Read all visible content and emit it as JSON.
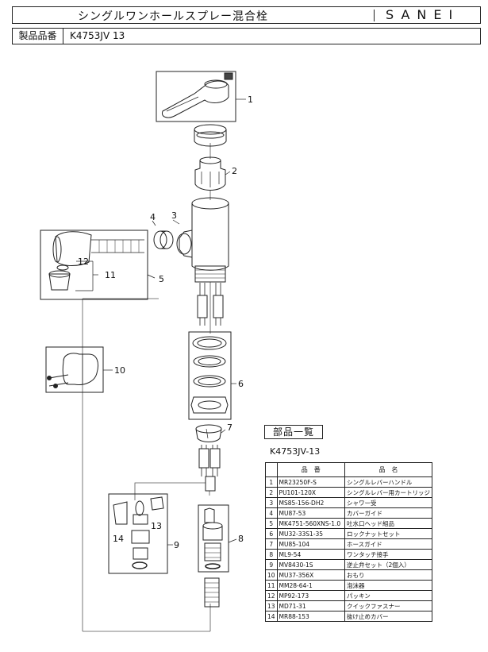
{
  "header": {
    "title": "シングルワンホールスプレー混合栓",
    "brand": "SANEI",
    "label": "製品品番",
    "product_code": "K4753JV 13"
  },
  "callouts": [
    "1",
    "2",
    "3",
    "4",
    "5",
    "6",
    "7",
    "8",
    "9",
    "10",
    "11",
    "12",
    "13",
    "14"
  ],
  "parts_list": {
    "title": "部品一覧",
    "subtitle": "K4753JV-13",
    "columns": [
      "品　番",
      "品　名"
    ],
    "rows": [
      {
        "no": "1",
        "part_no": "MR23250F-S",
        "name": "シングルレバーハンドル"
      },
      {
        "no": "2",
        "part_no": "PU101-120X",
        "name": "シングルレバー用カートリッジ"
      },
      {
        "no": "3",
        "part_no": "MS85-156-DH2",
        "name": "シャワー受"
      },
      {
        "no": "4",
        "part_no": "MU87-53",
        "name": "カバーガイド"
      },
      {
        "no": "5",
        "part_no": "MK4751-560XNS-1.0",
        "name": "吐水口ヘッド組品"
      },
      {
        "no": "6",
        "part_no": "MU32-33S1-35",
        "name": "ロックナットセット"
      },
      {
        "no": "7",
        "part_no": "MU85-104",
        "name": "ホースガイド"
      },
      {
        "no": "8",
        "part_no": "ML9-54",
        "name": "ワンタッチ接手"
      },
      {
        "no": "9",
        "part_no": "MV8430-1S",
        "name": "逆止弁セット（2個入）"
      },
      {
        "no": "10",
        "part_no": "MU37-356X",
        "name": "おもり"
      },
      {
        "no": "11",
        "part_no": "MM28-64-1",
        "name": "泡沫器"
      },
      {
        "no": "12",
        "part_no": "MP92-173",
        "name": "パッキン"
      },
      {
        "no": "13",
        "part_no": "MD71-31",
        "name": "クイックファスナー"
      },
      {
        "no": "14",
        "part_no": "MR88-153",
        "name": "抜け止めカバー"
      }
    ]
  }
}
